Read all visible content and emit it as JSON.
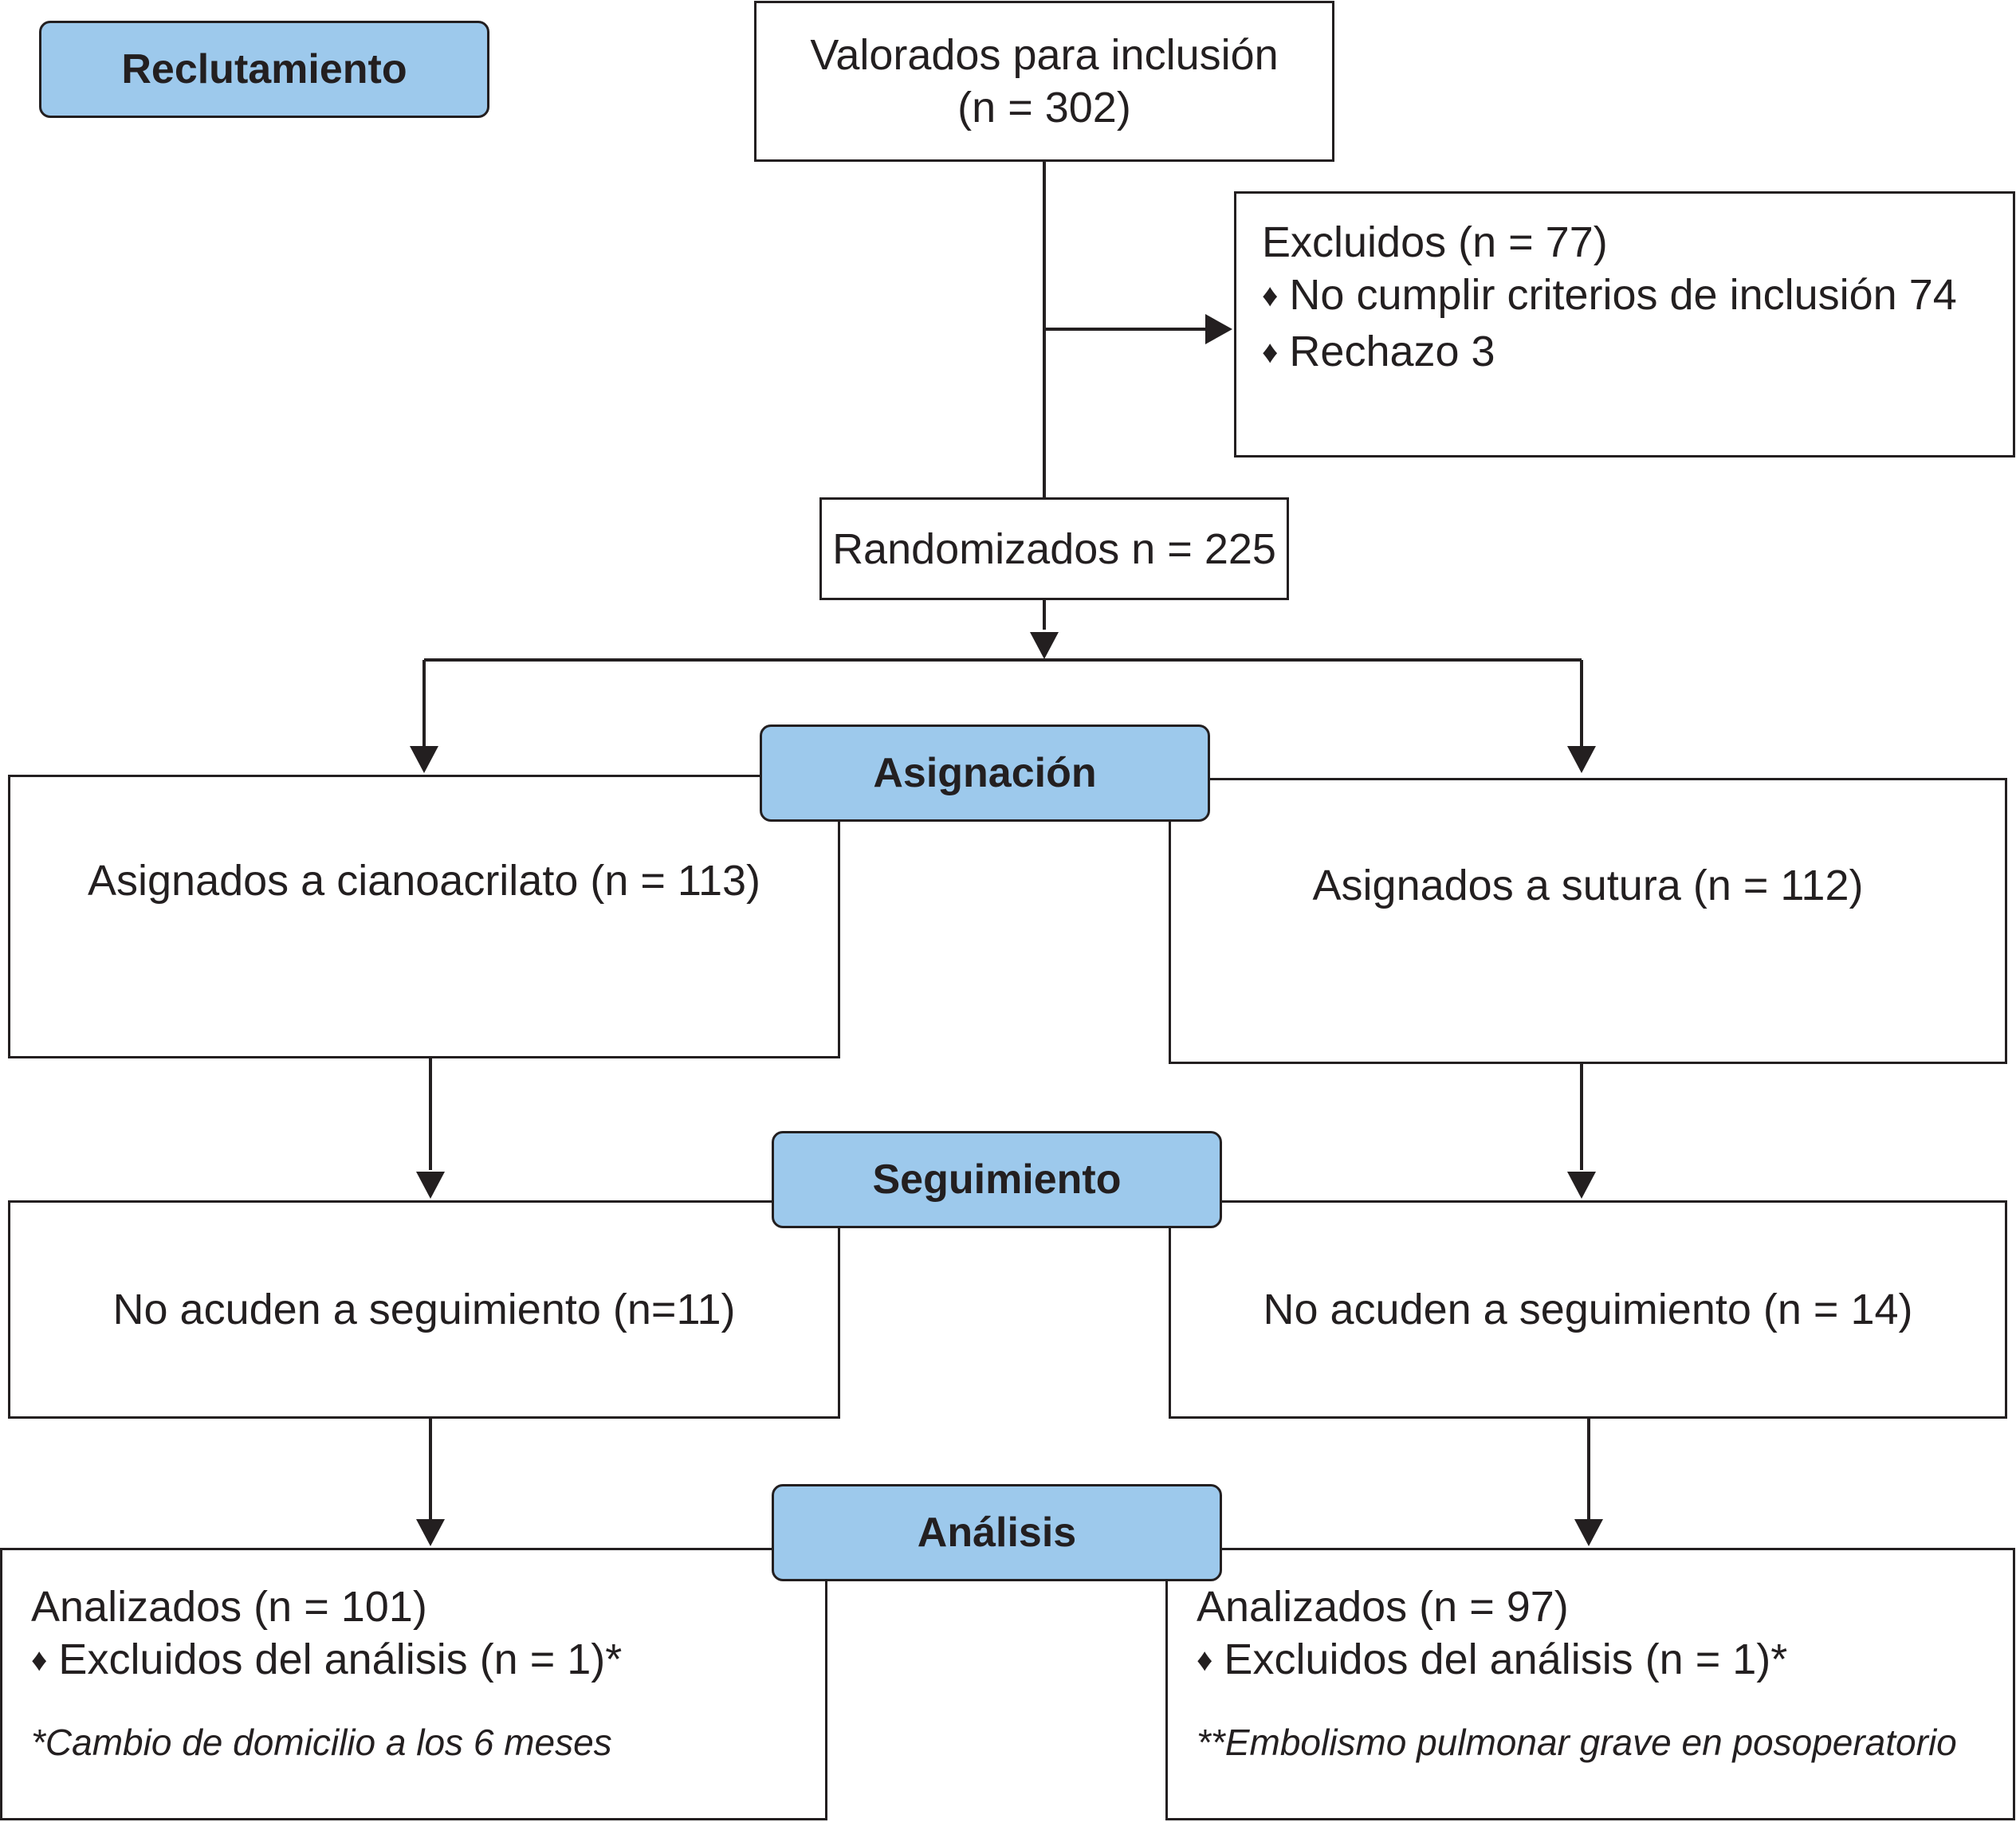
{
  "stages": {
    "recruitment": "Reclutamiento",
    "allocation": "Asignación",
    "follow_up": "Seguimiento",
    "analysis": "Análisis"
  },
  "assessed": {
    "line1": "Valorados para inclusión",
    "line2": "(n = 302)"
  },
  "excluded": {
    "title": "Excluidos (n = 77)",
    "items": [
      "No cumplir criterios de inclusión 74",
      "Rechazo 3"
    ]
  },
  "randomized": "Randomizados n = 225",
  "allocation": {
    "left": "Asignados a cianoacrilato (n = 113)",
    "right": "Asignados a sutura (n = 112)"
  },
  "follow_up": {
    "left": "No acuden a seguimiento (n=11)",
    "right": "No acuden a seguimiento (n = 14)"
  },
  "analysis": {
    "left": {
      "title": "Analizados (n = 101)",
      "item": "Excluidos del análisis (n = 1)*",
      "note_mark": "*",
      "note": "Cambio de domicilio a los 6 meses"
    },
    "right": {
      "title": "Analizados (n = 97)",
      "item": "Excluidos del análisis (n = 1)*",
      "note_mark": "**",
      "note": "Embolismo pulmonar grave en posoperatorio"
    }
  },
  "bullet_symbol": "♦",
  "colors": {
    "stage_fill": "#9dc9ec",
    "stroke": "#231f20"
  }
}
